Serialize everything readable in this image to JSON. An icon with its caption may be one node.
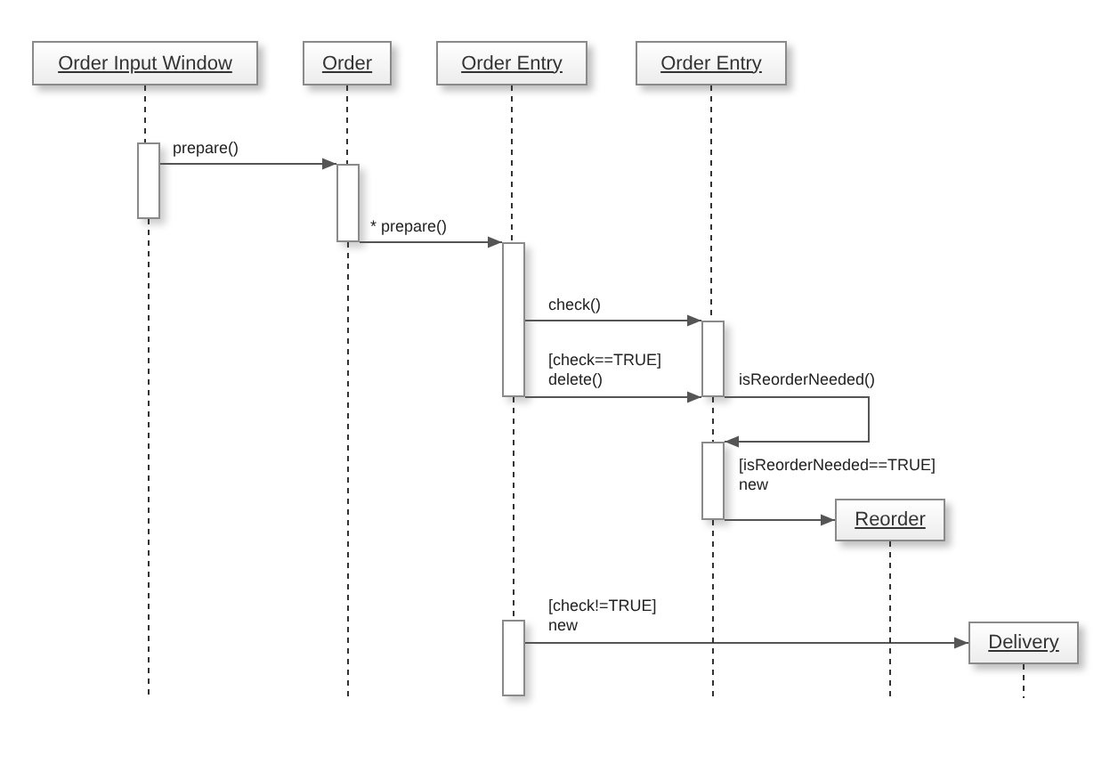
{
  "diagram": {
    "nodes": [
      {
        "text": [
          "Order Input Window"
        ]
      },
      {
        "text": [
          "Order"
        ]
      },
      {
        "text": [
          "Order Entry"
        ]
      },
      {
        "text": [
          "Order Entry"
        ]
      },
      {
        "text": [],
        "shape": "bar"
      },
      {
        "text": [],
        "shape": "bar"
      },
      {
        "text": [],
        "shape": "bar"
      },
      {
        "text": [],
        "shape": "bar"
      },
      {
        "text": [],
        "shape": "bar"
      },
      {
        "text": [],
        "shape": "bar"
      },
      {
        "text": [
          "Reorder"
        ]
      },
      {
        "text": [
          "Delivery"
        ]
      }
    ],
    "edges": [
      {
        "from": 4,
        "to": 5,
        "arrow": "to",
        "label": "prepare()"
      },
      {
        "from": 5,
        "to": 6,
        "arrow": "to",
        "label": "* prepare()"
      },
      {
        "from": 6,
        "to": 7,
        "arrow": "to",
        "label": "check()"
      },
      {
        "from": 6,
        "to": 7,
        "arrow": "to",
        "label": "[check==TRUE] delete()"
      },
      {
        "from": 7,
        "to": 8,
        "arrow": "to",
        "label": "isReorderNeeded()"
      },
      {
        "from": 8,
        "to": 10,
        "arrow": "to",
        "label": "[isReorderNeeded==TRUE] new"
      },
      {
        "from": 9,
        "to": 11,
        "arrow": "to",
        "label": "[check!=TRUE] new"
      },
      {
        "from": 0,
        "to": 4,
        "arrow": "none",
        "style": "dashed"
      },
      {
        "from": 4,
        "to": null,
        "arrow": "none",
        "style": "dashed"
      },
      {
        "from": 1,
        "to": 5,
        "arrow": "none",
        "style": "dashed"
      },
      {
        "from": 5,
        "to": null,
        "arrow": "none",
        "style": "dashed"
      },
      {
        "from": 2,
        "to": 6,
        "arrow": "none",
        "style": "dashed"
      },
      {
        "from": 6,
        "to": 9,
        "arrow": "none",
        "style": "dashed"
      },
      {
        "from": 3,
        "to": 7,
        "arrow": "none",
        "style": "dashed"
      },
      {
        "from": 7,
        "to": 8,
        "arrow": "none",
        "style": "dashed"
      },
      {
        "from": 8,
        "to": null,
        "arrow": "none",
        "style": "dashed"
      },
      {
        "from": 10,
        "to": null,
        "arrow": "none",
        "style": "dashed"
      },
      {
        "from": 11,
        "to": null,
        "arrow": "none",
        "style": "dashed"
      }
    ]
  }
}
